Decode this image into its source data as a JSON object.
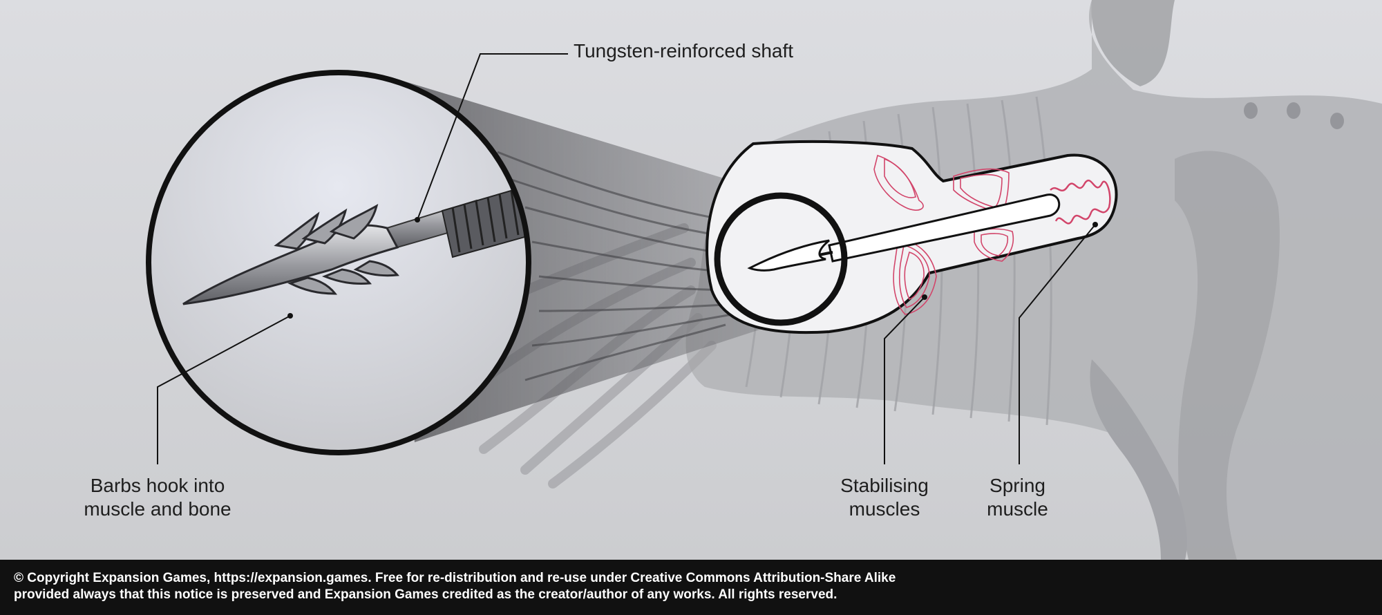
{
  "labels": {
    "shaft": "Tungsten-reinforced shaft",
    "barbs": [
      "Barbs hook into",
      "muscle and bone"
    ],
    "stabilising": [
      "Stabilising",
      "muscles"
    ],
    "spring": [
      "Spring",
      "muscle"
    ]
  },
  "footer": {
    "line1": "© Copyright Expansion Games, https://expansion.games. Free for re-distribution and re-use under Creative Commons Attribution-Share Alike",
    "line2": "provided always that this notice is preserved and Expansion Games credited as the creator/author of any works. All rights reserved."
  },
  "colors": {
    "background": "#d2d3d6",
    "creature": "#a9aaad",
    "outline": "#111111",
    "muscle": "#d2456a",
    "footer": "#111111"
  }
}
